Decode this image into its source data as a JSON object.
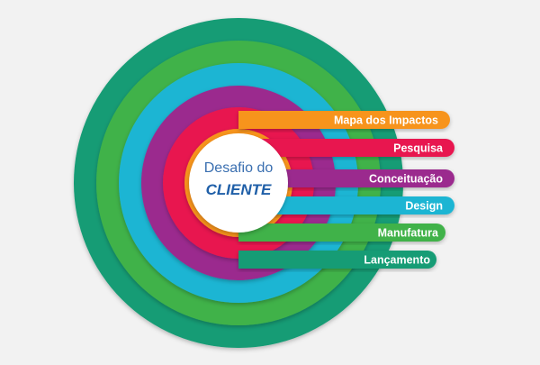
{
  "center": {
    "line1": "Desafio do",
    "line2": "CLIENTE",
    "line1_color": "#3a6fb0",
    "line2_color": "#1f5fa8"
  },
  "rings": [
    {
      "label": "Mapa dos Impactos",
      "color": "#f7941d"
    },
    {
      "label": "Pesquisa",
      "color": "#e8174f"
    },
    {
      "label": "Conceituação",
      "color": "#9b2a8e"
    },
    {
      "label": "Design",
      "color": "#1fb5d3"
    },
    {
      "label": "Manufatura",
      "color": "#3fb249"
    },
    {
      "label": "Lançamento",
      "color": "#139c74"
    }
  ],
  "background_color": "#f2f2f2"
}
